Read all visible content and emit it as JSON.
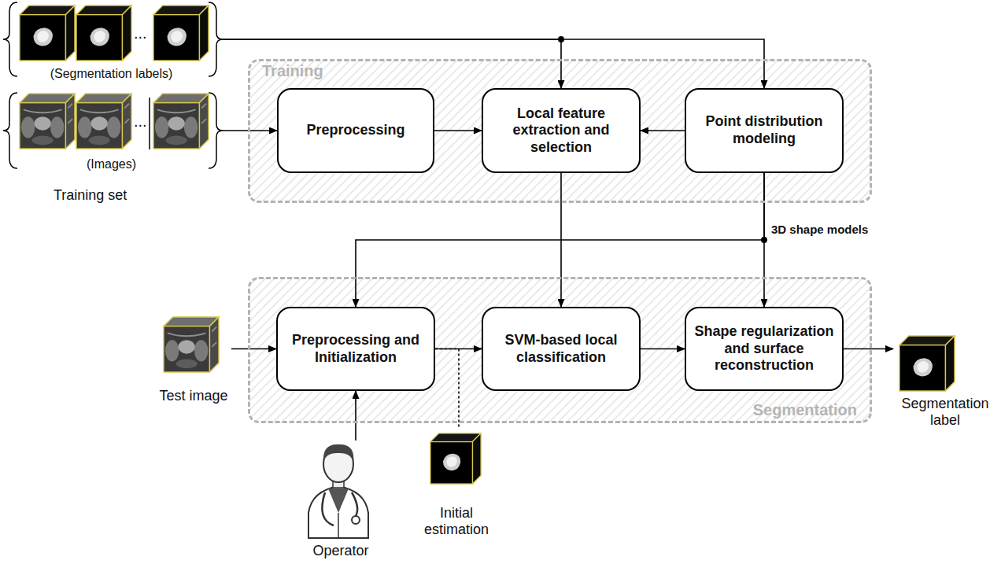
{
  "diagram": {
    "nodes": [
      {
        "text": [
          "(Segmentation labels)"
        ]
      },
      {
        "text": [
          "(Images)"
        ]
      },
      {
        "text": [
          "Training"
        ]
      },
      {
        "text": [
          "Preprocessing"
        ],
        "in": 2
      },
      {
        "text": [
          "Local feature extraction and selection"
        ],
        "in": 2
      },
      {
        "text": [
          "Point distribution modeling"
        ],
        "in": 2
      },
      {
        "text": [
          "Test image"
        ]
      },
      {
        "text": [
          "Segmentation"
        ]
      },
      {
        "text": [
          "Preprocessing and Initialization"
        ],
        "in": 7
      },
      {
        "text": [
          "SVM-based local classification"
        ],
        "in": 7
      },
      {
        "text": [
          "Shape regularization and surface reconstruction"
        ],
        "in": 7
      },
      {
        "text": [
          "Segmentation label"
        ]
      },
      {
        "text": [
          "Operator"
        ]
      },
      {
        "text": [
          "Initial estimation"
        ]
      }
    ],
    "edges": [
      {
        "from": 0,
        "to": 4,
        "arrow": "to"
      },
      {
        "from": 0,
        "to": 5,
        "arrow": "to"
      },
      {
        "from": 1,
        "to": 3,
        "arrow": "to"
      },
      {
        "from": 3,
        "to": 4,
        "arrow": "to"
      },
      {
        "from": 5,
        "to": 4,
        "arrow": "to"
      },
      {
        "from": 4,
        "to": 9,
        "arrow": "to"
      },
      {
        "from": 5,
        "to": 8,
        "arrow": "to"
      },
      {
        "from": 5,
        "to": 10,
        "arrow": "to"
      },
      {
        "from": 6,
        "to": 8,
        "arrow": "to"
      },
      {
        "from": 12,
        "to": 8,
        "arrow": "to"
      },
      {
        "from": 8,
        "to": 9,
        "arrow": "to"
      },
      {
        "from": 9,
        "to": 10,
        "arrow": "to"
      },
      {
        "from": 10,
        "to": 11,
        "arrow": "to"
      },
      {
        "from": 8,
        "to": 13,
        "arrow": "none"
      }
    ],
    "labels": [
      "...",
      "...",
      "Training set",
      "3D shape models"
    ]
  }
}
